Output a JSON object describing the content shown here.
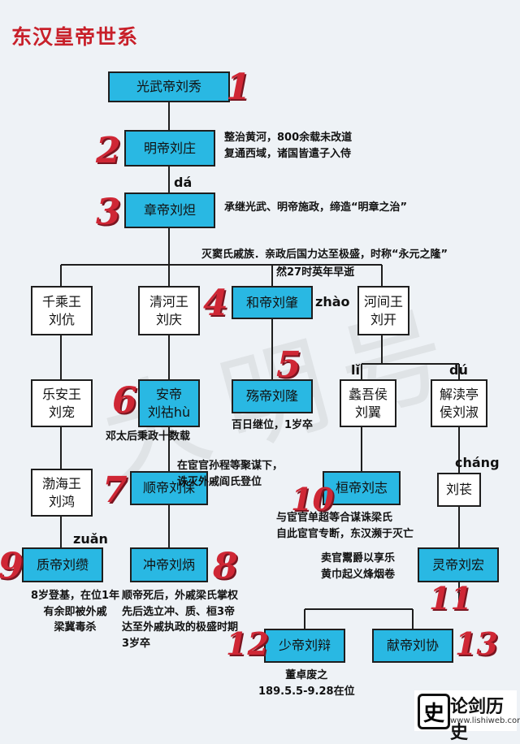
{
  "title": "东汉皇帝世系",
  "watermark": "大明号",
  "nodes": {
    "n_guangwu": {
      "label": "光武帝刘秀",
      "order": "1"
    },
    "n_ming": {
      "label": "明帝刘庄",
      "order": "2"
    },
    "n_zhang": {
      "label": "章帝刘炟",
      "order": "3"
    },
    "n_qiancheng": {
      "label": "千乘王\n刘伉"
    },
    "n_qinghe": {
      "label": "清河王\n刘庆"
    },
    "n_he": {
      "label": "和帝刘肇",
      "order": "4"
    },
    "n_hejian": {
      "label": "河间王\n刘开"
    },
    "n_lean": {
      "label": "乐安王\n刘宠"
    },
    "n_an": {
      "label": "安帝\n刘祜hù",
      "order": "6"
    },
    "n_shang": {
      "label": "殇帝刘隆",
      "order": "5"
    },
    "n_liwu": {
      "label": "蠡吾侯\n刘翼"
    },
    "n_jiedu": {
      "label": "解渎亭\n侯刘淑"
    },
    "n_bohai": {
      "label": "渤海王\n刘鸿"
    },
    "n_shun": {
      "label": "顺帝刘保",
      "order": "7"
    },
    "n_huan": {
      "label": "桓帝刘志",
      "order": "10"
    },
    "n_liuchang": {
      "label": "刘苌"
    },
    "n_zhi": {
      "label": "质帝刘缵",
      "order": "9"
    },
    "n_chong": {
      "label": "冲帝刘炳",
      "order": "8"
    },
    "n_ling": {
      "label": "灵帝刘宏",
      "order": "11"
    },
    "n_shao": {
      "label": "少帝刘辩",
      "order": "12"
    },
    "n_xian": {
      "label": "献帝刘协",
      "order": "13"
    }
  },
  "notes": {
    "ming": "整治黄河，800余载未改道\n复通西域，诸国皆遣子入侍",
    "zhang": "承继光武、明帝施政，缔造“明章之治”",
    "he": "灭窦氏戚族．亲政后国力达至极盛，时称“永元之隆”",
    "he2": "然27时英年早逝",
    "an": "邓太后秉政十数载",
    "shang": "百日继位，1岁卒",
    "shun": "在宦官孙程等聚谋下，\n诛灭外戚阎氏登位",
    "huan": "与宦官单超等合谋诛梁氏\n自此宦官专断，东汉濒于灭亡",
    "ling": "卖官鬻爵以享乐\n黄巾起义烽烟卷",
    "zhi": "8岁登基，在位1年\n有余即被外戚\n梁冀毒杀",
    "chong": "顺帝死后，外戚梁氏掌权\n先后选立冲、质、桓3帝\n达至外戚执政的极盛时期\n3岁卒",
    "shao": "董卓废之\n189.5.5-9.28在位"
  },
  "pinyin": {
    "zhang": "dá",
    "he": "zhào",
    "li": "lǐ",
    "du": "dú",
    "chang": "cháng",
    "zuan": "zuǎn"
  },
  "logo": {
    "mark": "史",
    "name": "论剑历史",
    "url": "www.lishiweb.com"
  }
}
